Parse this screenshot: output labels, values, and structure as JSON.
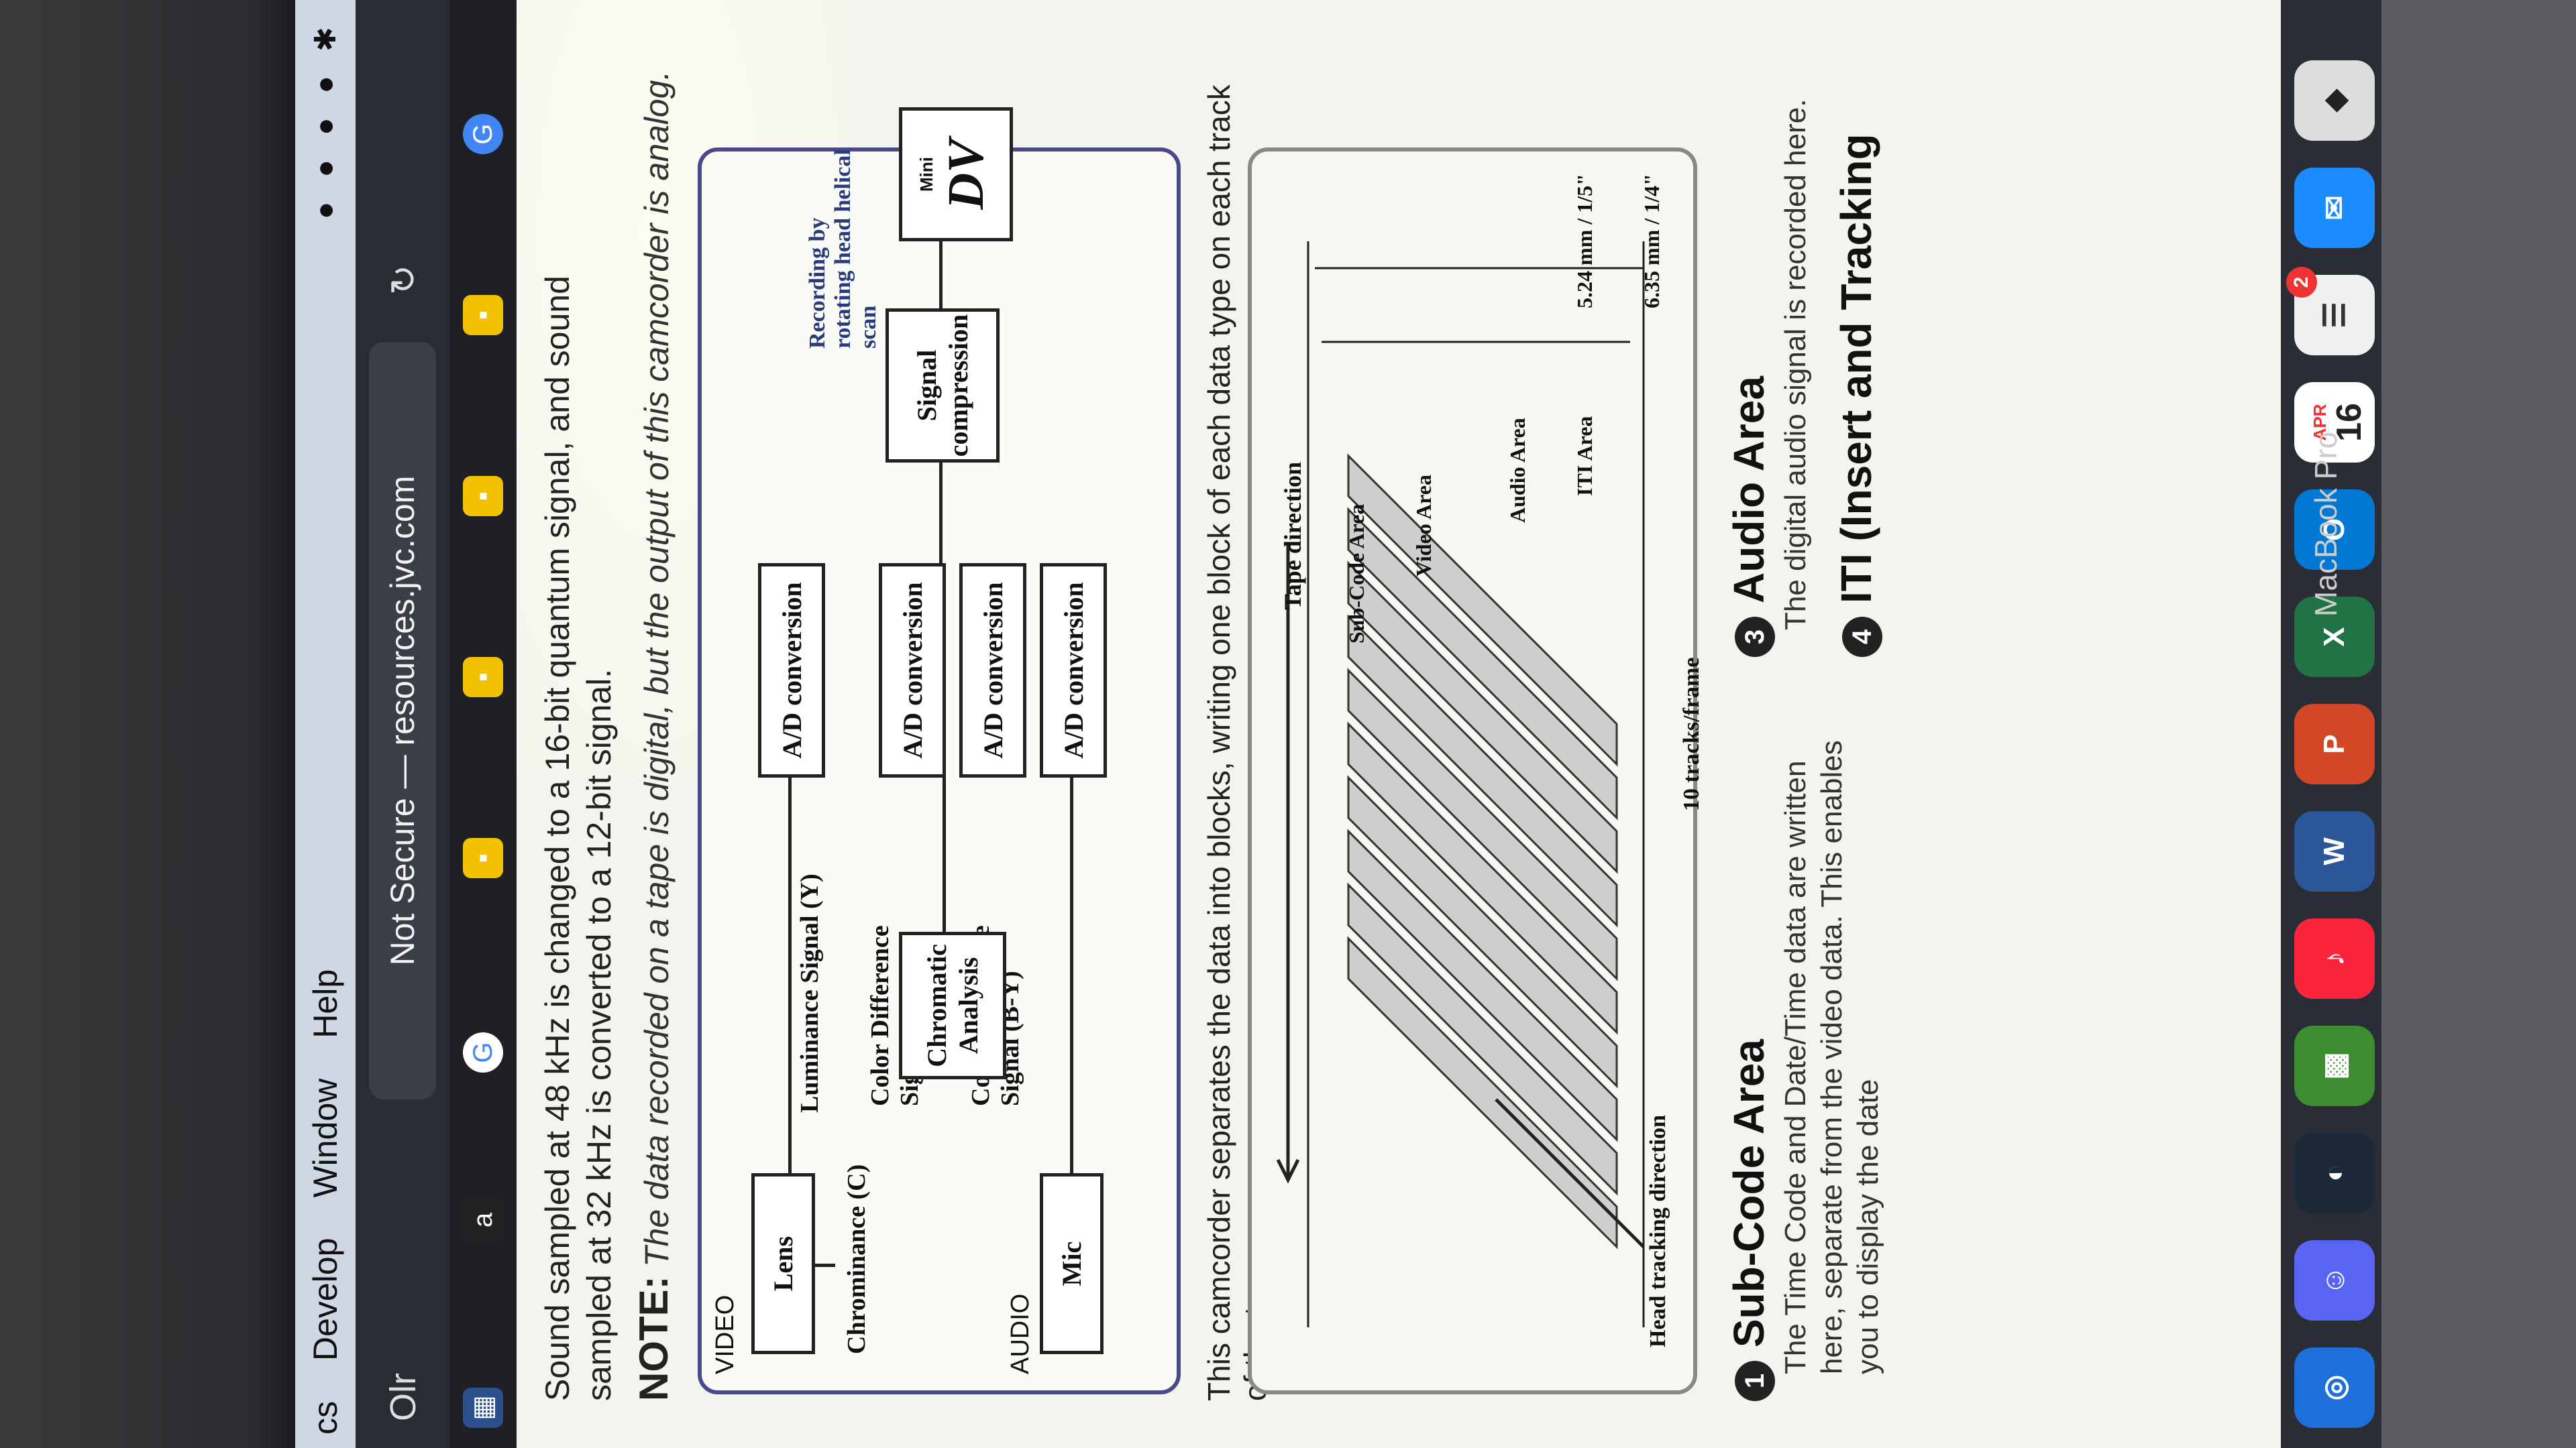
{
  "menubar": {
    "items": [
      "Develop",
      "Window",
      "Help"
    ],
    "partial_left": "cs"
  },
  "toolbar": {
    "reader_label": "Olr",
    "url": "Not Secure — resources.jvc.com",
    "reload_icon": "reload-icon"
  },
  "page": {
    "intro_text": "Sound sampled at 48 kHz is changed to a 16-bit quantum signal, and sound sampled at 32 kHz is converted to a 12-bit signal.",
    "note_title": "NOTE:",
    "note_body": "The data recorded on a tape is digital, but the output of this camcorder is analog.",
    "diagram": {
      "video_label": "VIDEO",
      "audio_label": "AUDIO",
      "lens": "Lens",
      "mic": "Mic",
      "luminance": "Luminance Signal (Y)",
      "chrominance": "Chrominance (C)",
      "color_diff_ry": "Color Difference Signal (R-Y)",
      "color_diff_by": "Color Difference Signal (B-Y)",
      "chromatic_analysis": "Chromatic Analysis",
      "ad1": "A/D conversion",
      "ad2": "A/D conversion",
      "ad3": "A/D conversion",
      "ad4": "A/D conversion",
      "signal_compression": "Signal compression",
      "recording_note": "Recording by rotating head helical scan",
      "mini_dv_small": "Mini",
      "mini_dv_big": "DV"
    },
    "caption": "This camcorder separates the data into blocks, writing one block of each data type on each track of the tape.",
    "tape": {
      "tape_direction": "Tape direction",
      "head_direction": "Head tracking direction",
      "tracks_per_frame": "10 tracks/frame",
      "sub_code_area": "Sub-Code Area",
      "video_area": "Video Area",
      "audio_area": "Audio Area",
      "iti_area": "ITI Area",
      "width_inner": "5.24 mm / 1/5\"",
      "width_outer": "6.35 mm / 1/4\""
    },
    "sections": {
      "s1_num": "1",
      "s1_title": "Sub-Code Area",
      "s1_body": "The Time Code and Date/Time data are written here, separate from the video data. This enables you to display the date",
      "s3_num": "3",
      "s3_title": "Audio Area",
      "s3_body": "The digital audio signal is recorded here.",
      "s4_num": "4",
      "s4_title": "ITI (Insert and Tracking"
    }
  },
  "dock": {
    "calendar_month": "APR",
    "calendar_day": "16",
    "badge": "2"
  },
  "bezel_label": "MacBook Pro"
}
